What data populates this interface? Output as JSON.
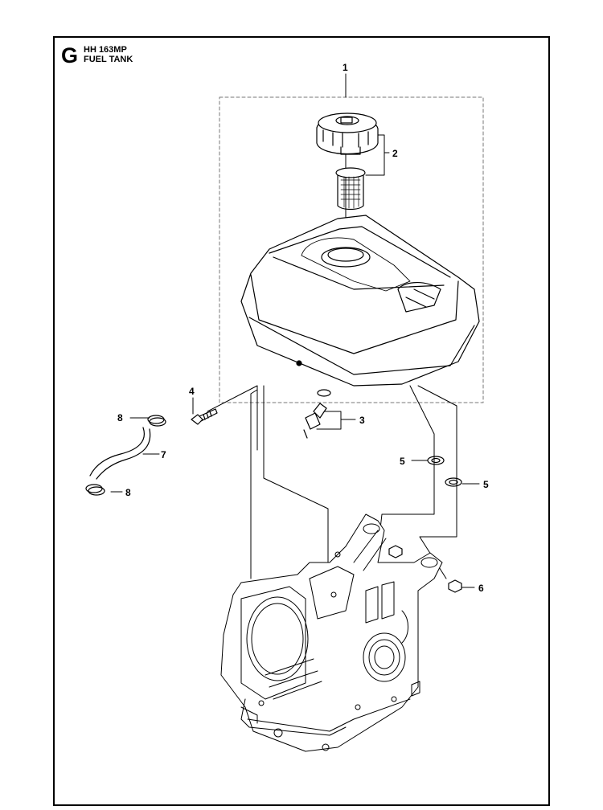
{
  "header": {
    "section_letter": "G",
    "model": "HH 163MP",
    "title": "FUEL TANK"
  },
  "callouts": [
    {
      "id": "1",
      "label": "1"
    },
    {
      "id": "2",
      "label": "2"
    },
    {
      "id": "3",
      "label": "3"
    },
    {
      "id": "4",
      "label": "4"
    },
    {
      "id": "5a",
      "label": "5"
    },
    {
      "id": "5b",
      "label": "5"
    },
    {
      "id": "6",
      "label": "6"
    },
    {
      "id": "7",
      "label": "7"
    },
    {
      "id": "8a",
      "label": "8"
    },
    {
      "id": "8b",
      "label": "8"
    }
  ],
  "colors": {
    "line": "#000000",
    "background": "#ffffff",
    "dashed_box": "#777777"
  }
}
